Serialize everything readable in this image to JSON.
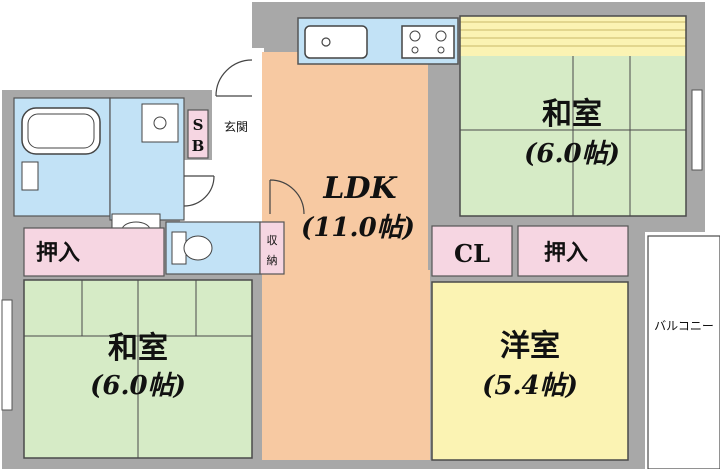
{
  "rooms": {
    "ldk": {
      "name": "LDK",
      "size": "(11.0帖)"
    },
    "washitsu_top": {
      "name": "和室",
      "size": "(6.0帖)"
    },
    "washitsu_left": {
      "name": "和室",
      "size": "(6.0帖)"
    },
    "youshitsu": {
      "name": "洋室",
      "size": "(5.4帖)"
    }
  },
  "storage": {
    "oshiire_left": "押入",
    "oshiire_right": "押入",
    "closet": "CL",
    "shoe_box_line1": "S",
    "shoe_box_line2": "B",
    "shuno_line1": "収",
    "shuno_line2": "納"
  },
  "labels": {
    "genkan": "玄関",
    "balcony": "バルコニー"
  },
  "colors": {
    "wall": "#a8a8a8",
    "ldk": "#f7c9a2",
    "washitsu": "#d6ebc6",
    "youshitsu": "#fbf3b3",
    "storage": "#f6d6e2",
    "wet": "#c2e2f6"
  }
}
